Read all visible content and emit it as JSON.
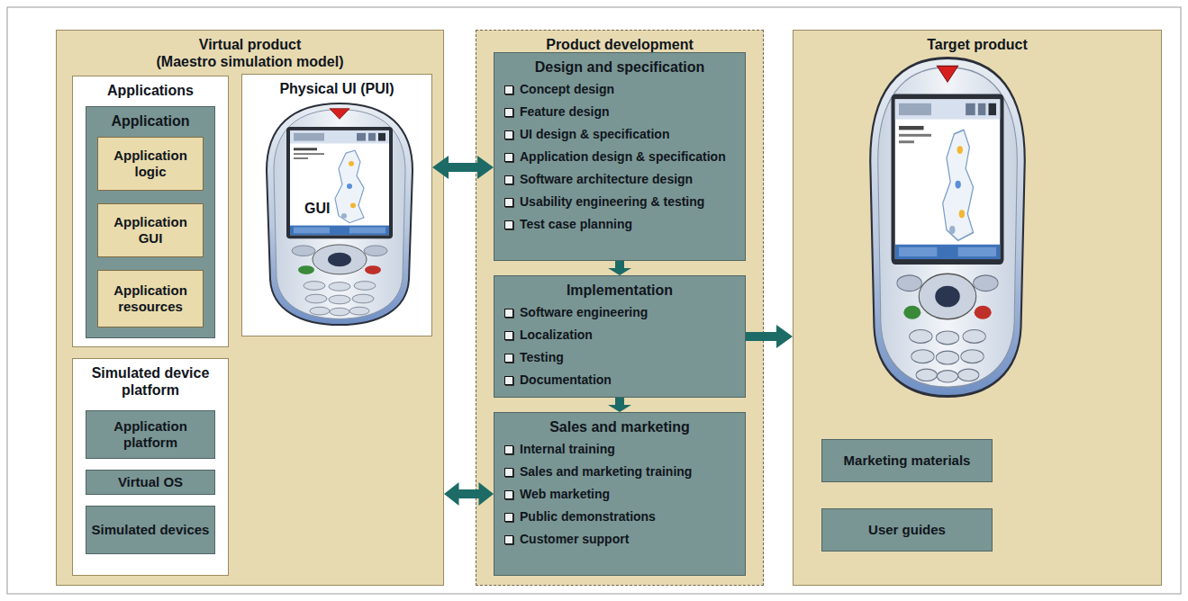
{
  "diagram": {
    "nodes": [
      {
        "text": [
          "Virtual product",
          "(Maestro simulation model)"
        ]
      },
      {
        "text": [
          "Applications"
        ],
        "in": 0
      },
      {
        "text": [
          "Application"
        ],
        "in": 1
      },
      {
        "text": [
          "Application logic"
        ],
        "in": 2
      },
      {
        "text": [
          "Application GUI"
        ],
        "in": 2
      },
      {
        "text": [
          "Application resources"
        ],
        "in": 2
      },
      {
        "text": [
          "Physical UI (PUI)"
        ],
        "in": 0
      },
      {
        "text": [
          "Simulated device platform"
        ],
        "in": 0
      },
      {
        "text": [
          "Application platform"
        ],
        "in": 7
      },
      {
        "text": [
          "Virtual OS"
        ],
        "in": 7
      },
      {
        "text": [
          "Simulated devices"
        ],
        "in": 7
      },
      {
        "text": [
          "Product development"
        ]
      },
      {
        "text": [
          "Design and specification",
          "Concept design",
          "Feature design",
          "UI design & specification",
          "Application design & specification",
          "Software architecture design",
          "Usability engineering & testing",
          "Test case planning"
        ],
        "in": 11
      },
      {
        "text": [
          "Implementation",
          "Software engineering",
          "Localization",
          "Testing",
          "Documentation"
        ],
        "in": 11
      },
      {
        "text": [
          "Sales and marketing",
          "Internal training",
          "Sales and marketing training",
          "Web marketing",
          "Public demonstrations",
          "Customer support"
        ],
        "in": 11
      },
      {
        "text": [
          "Target product"
        ]
      },
      {
        "text": [
          "Marketing materials"
        ],
        "in": 15
      },
      {
        "text": [
          "User guides"
        ],
        "in": 15
      }
    ],
    "edges": [
      {
        "from": 6,
        "to": 12,
        "arrow": "both"
      },
      {
        "from": 12,
        "to": 13,
        "arrow": "to"
      },
      {
        "from": 13,
        "to": 14,
        "arrow": "to"
      },
      {
        "from": 13,
        "to": 15,
        "arrow": "to"
      },
      {
        "from": 0,
        "to": 14,
        "arrow": "both"
      }
    ],
    "labels": [
      "GUI"
    ]
  }
}
